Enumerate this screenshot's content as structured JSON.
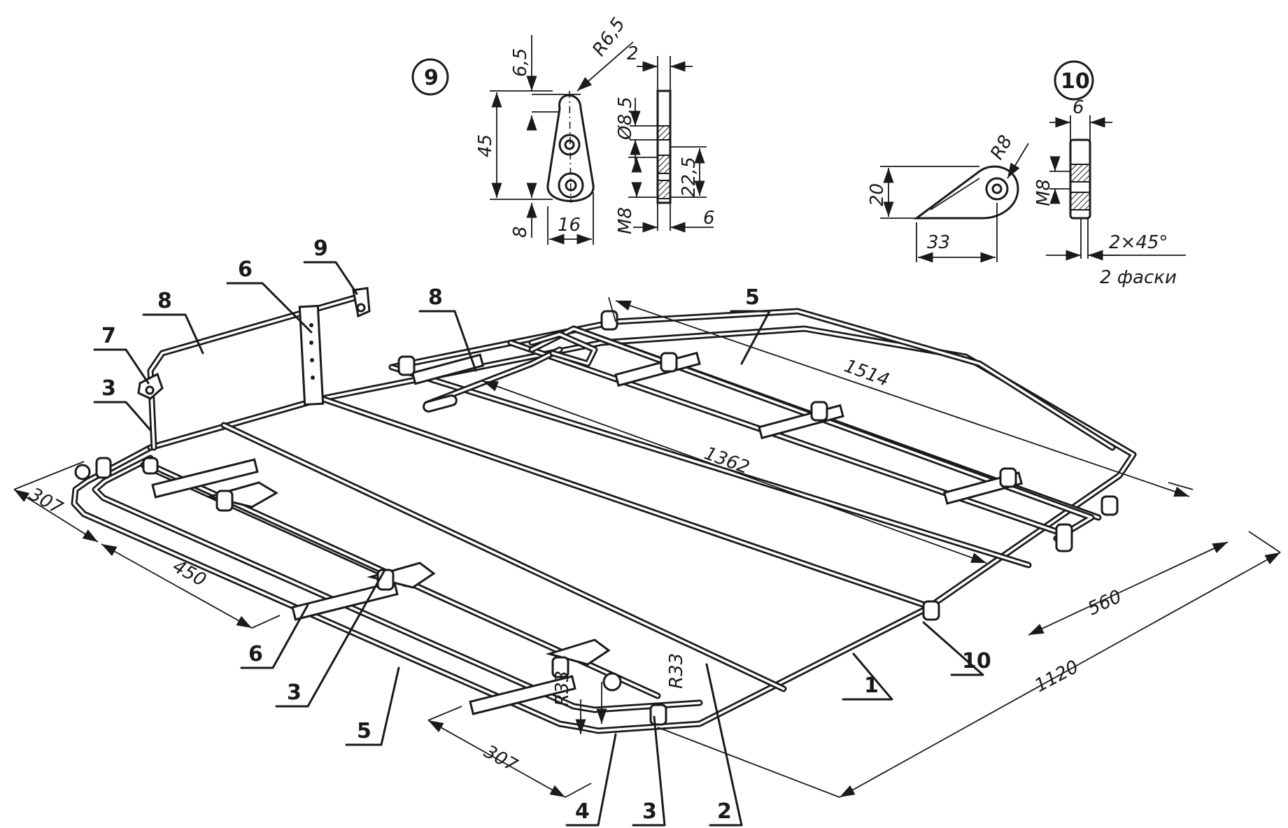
{
  "labels": {
    "p1": "1",
    "p2": "2",
    "p3a": "3",
    "p3b": "3",
    "p3c": "3",
    "p4": "4",
    "p5a": "5",
    "p5b": "5",
    "p6a": "6",
    "p6b": "6",
    "p7": "7",
    "p8a": "8",
    "p8b": "8",
    "p9": "9",
    "p10": "10"
  },
  "dimensions": {
    "d1514": "1514",
    "d1362": "1362",
    "d560": "560",
    "d1120": "1120",
    "d450": "450",
    "d307a": "307",
    "d307b": "307",
    "dR33a": "R33",
    "dR33b": "R33"
  },
  "detail9": {
    "id": "9",
    "r": "R6,5",
    "h1": "6,5",
    "h2": "45",
    "h3": "8",
    "w": "16",
    "dia": "Ø8,5",
    "m": "M8",
    "t": "2",
    "s": "22,5",
    "b": "6"
  },
  "detail10": {
    "id": "10",
    "r": "R8",
    "h": "20",
    "w": "33",
    "m": "M8",
    "t": "6",
    "chamfer": "2×45°",
    "note": "2 фаски"
  },
  "colors": {
    "ink": "#1a1a1a",
    "paper": "#ffffff"
  }
}
